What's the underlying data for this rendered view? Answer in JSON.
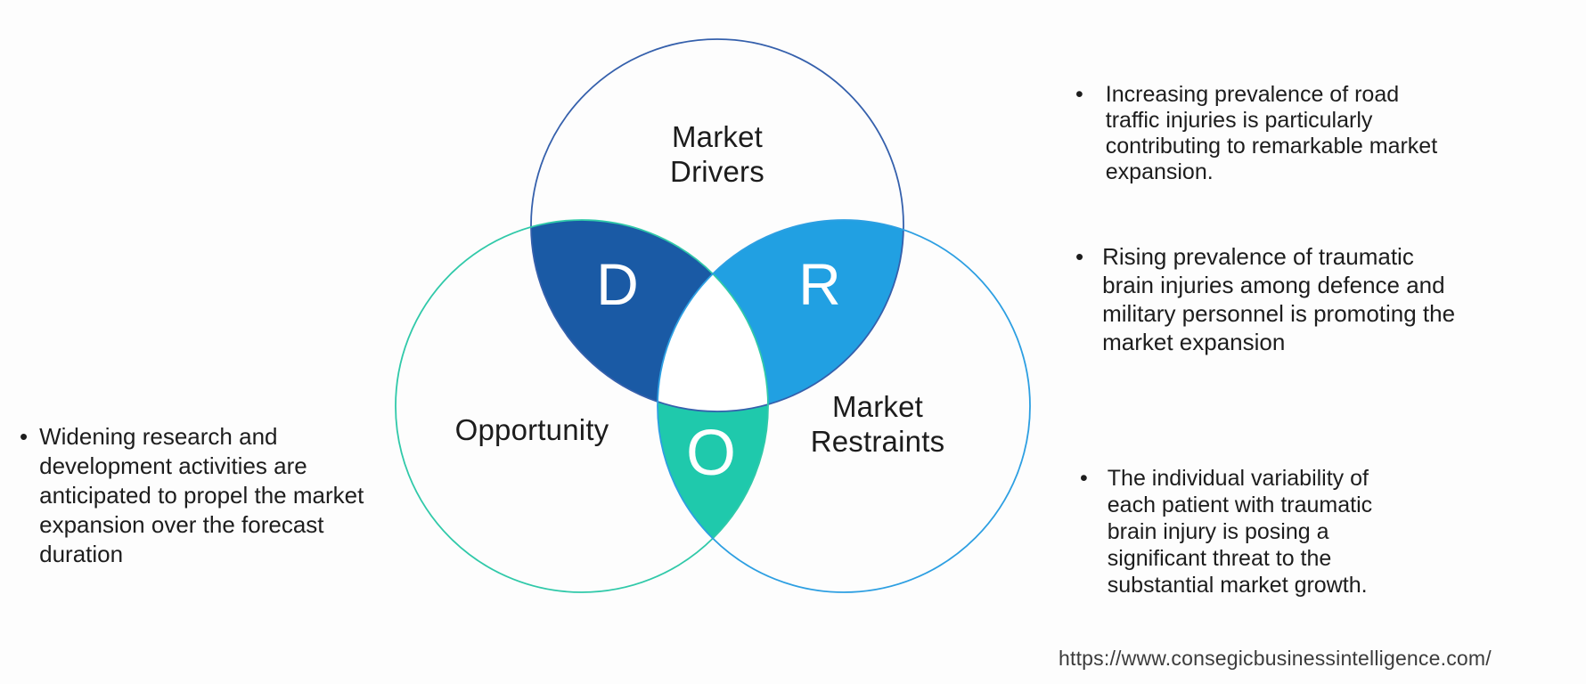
{
  "venn": {
    "drivers": {
      "label_lines": [
        "Market",
        "Drivers"
      ],
      "letter": "D",
      "stroke": "#3560ac",
      "lens_fill": "#1a5aa5"
    },
    "opportunity": {
      "label": "Opportunity",
      "letter": "O",
      "stroke": "#30c9a9",
      "lens_fill": "#1fc9ac"
    },
    "restraints": {
      "label_lines": [
        "Market",
        "Restraints"
      ],
      "letter": "R",
      "stroke": "#2d9fe2",
      "lens_fill": "#21a0e2"
    },
    "center_fill": "#ffffff"
  },
  "notes": {
    "bullet_glyph": "•",
    "opportunity_note": {
      "lines": [
        "Widening research and",
        "development activities are",
        "anticipated to propel the market",
        "expansion over the forecast",
        "duration"
      ]
    },
    "driver_note_1": {
      "lines": [
        "Increasing prevalence of road",
        "traffic injuries is particularly",
        "contributing to remarkable market",
        "expansion."
      ]
    },
    "driver_note_2": {
      "lines": [
        "Rising prevalence of traumatic",
        "brain injuries among defence and",
        "military personnel is promoting the",
        "market expansion"
      ]
    },
    "restraint_note": {
      "lines": [
        "The individual variability of",
        "each patient with traumatic",
        "brain injury is posing a",
        "significant threat to the",
        "substantial market growth."
      ]
    }
  },
  "source": {
    "url": "https://www.consegicbusinessintelligence.com/"
  }
}
